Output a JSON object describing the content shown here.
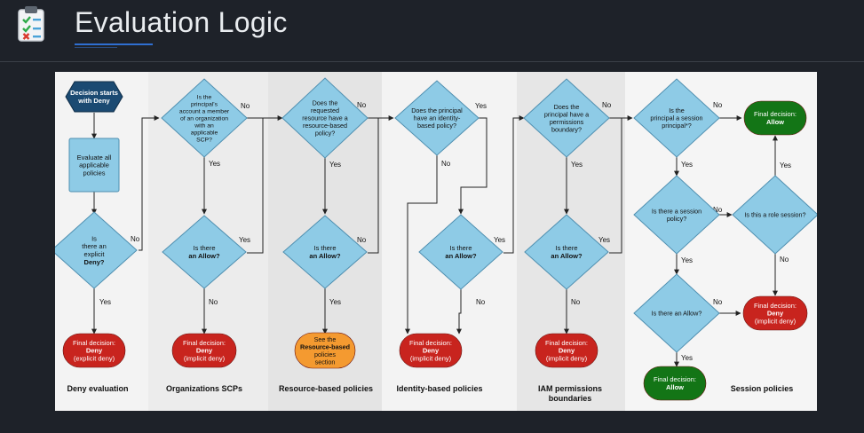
{
  "header": {
    "title": "Evaluation Logic",
    "icon": "clipboard-checklist-icon"
  },
  "colors": {
    "decision_fill": "#8ecbe6",
    "decision_stroke": "#4f8fb0",
    "start_fill": "#1b4a72",
    "deny_fill": "#c8241e",
    "allow_fill": "#137516",
    "orange_fill": "#f49a30",
    "band_a": "#f3f3f3",
    "band_b": "#e6e6e6"
  },
  "nodes": {
    "start": [
      "Decision starts",
      "with Deny"
    ],
    "evaluate": [
      "Evaluate all",
      "applicable",
      "policies"
    ],
    "explicit_deny_q": [
      "Is",
      "there an",
      "explicit",
      "Deny?"
    ],
    "final_explicit_deny": [
      "Final decision:",
      "Deny",
      "(explicit deny)"
    ],
    "org_member_q": [
      "Is the",
      "principal's",
      "account a member",
      "of an organization",
      "with an",
      "applicable",
      "SCP?"
    ],
    "org_allow_q": [
      "Is there",
      "an Allow?"
    ],
    "final_deny_org": [
      "Final decision:",
      "Deny",
      "(implicit deny)"
    ],
    "resource_policy_q": [
      "Does the",
      "requested",
      "resource have a",
      "resource-based",
      "policy?"
    ],
    "resource_allow_q": [
      "Is there",
      "an Allow?"
    ],
    "see_resource": [
      "See the",
      "Resource-based",
      "policies",
      "section"
    ],
    "identity_policy_q": [
      "Does the principal",
      "have an identity-",
      "based policy?"
    ],
    "identity_allow_q": [
      "Is there",
      "an Allow?"
    ],
    "final_deny_identity": [
      "Final decision:",
      "Deny",
      "(implicit deny)"
    ],
    "boundary_q": [
      "Does the",
      "principal have a",
      "permissions",
      "boundary?"
    ],
    "boundary_allow_q": [
      "Is there",
      "an Allow?"
    ],
    "final_deny_boundary": [
      "Final decision:",
      "Deny",
      "(implicit deny)"
    ],
    "session_principal_q": [
      "Is the",
      "principal a session",
      "principal*?"
    ],
    "session_policy_q": [
      "Is there a session",
      "policy?"
    ],
    "session_allow_q": [
      "Is there an Allow?"
    ],
    "final_allow_session": [
      "Final decision:",
      "Allow"
    ],
    "role_session_q": [
      "Is this a role session?"
    ],
    "final_allow_top": [
      "Final decision:",
      "Allow"
    ],
    "final_deny_session": [
      "Final decision:",
      "Deny",
      "(implicit deny)"
    ]
  },
  "edge_labels": {
    "yes": "Yes",
    "no": "No"
  },
  "sections": [
    "Deny evaluation",
    "Organizations SCPs",
    "Resource-based policies",
    "Identity-based policies",
    [
      "IAM permissions",
      "boundaries"
    ],
    "Session policies"
  ]
}
